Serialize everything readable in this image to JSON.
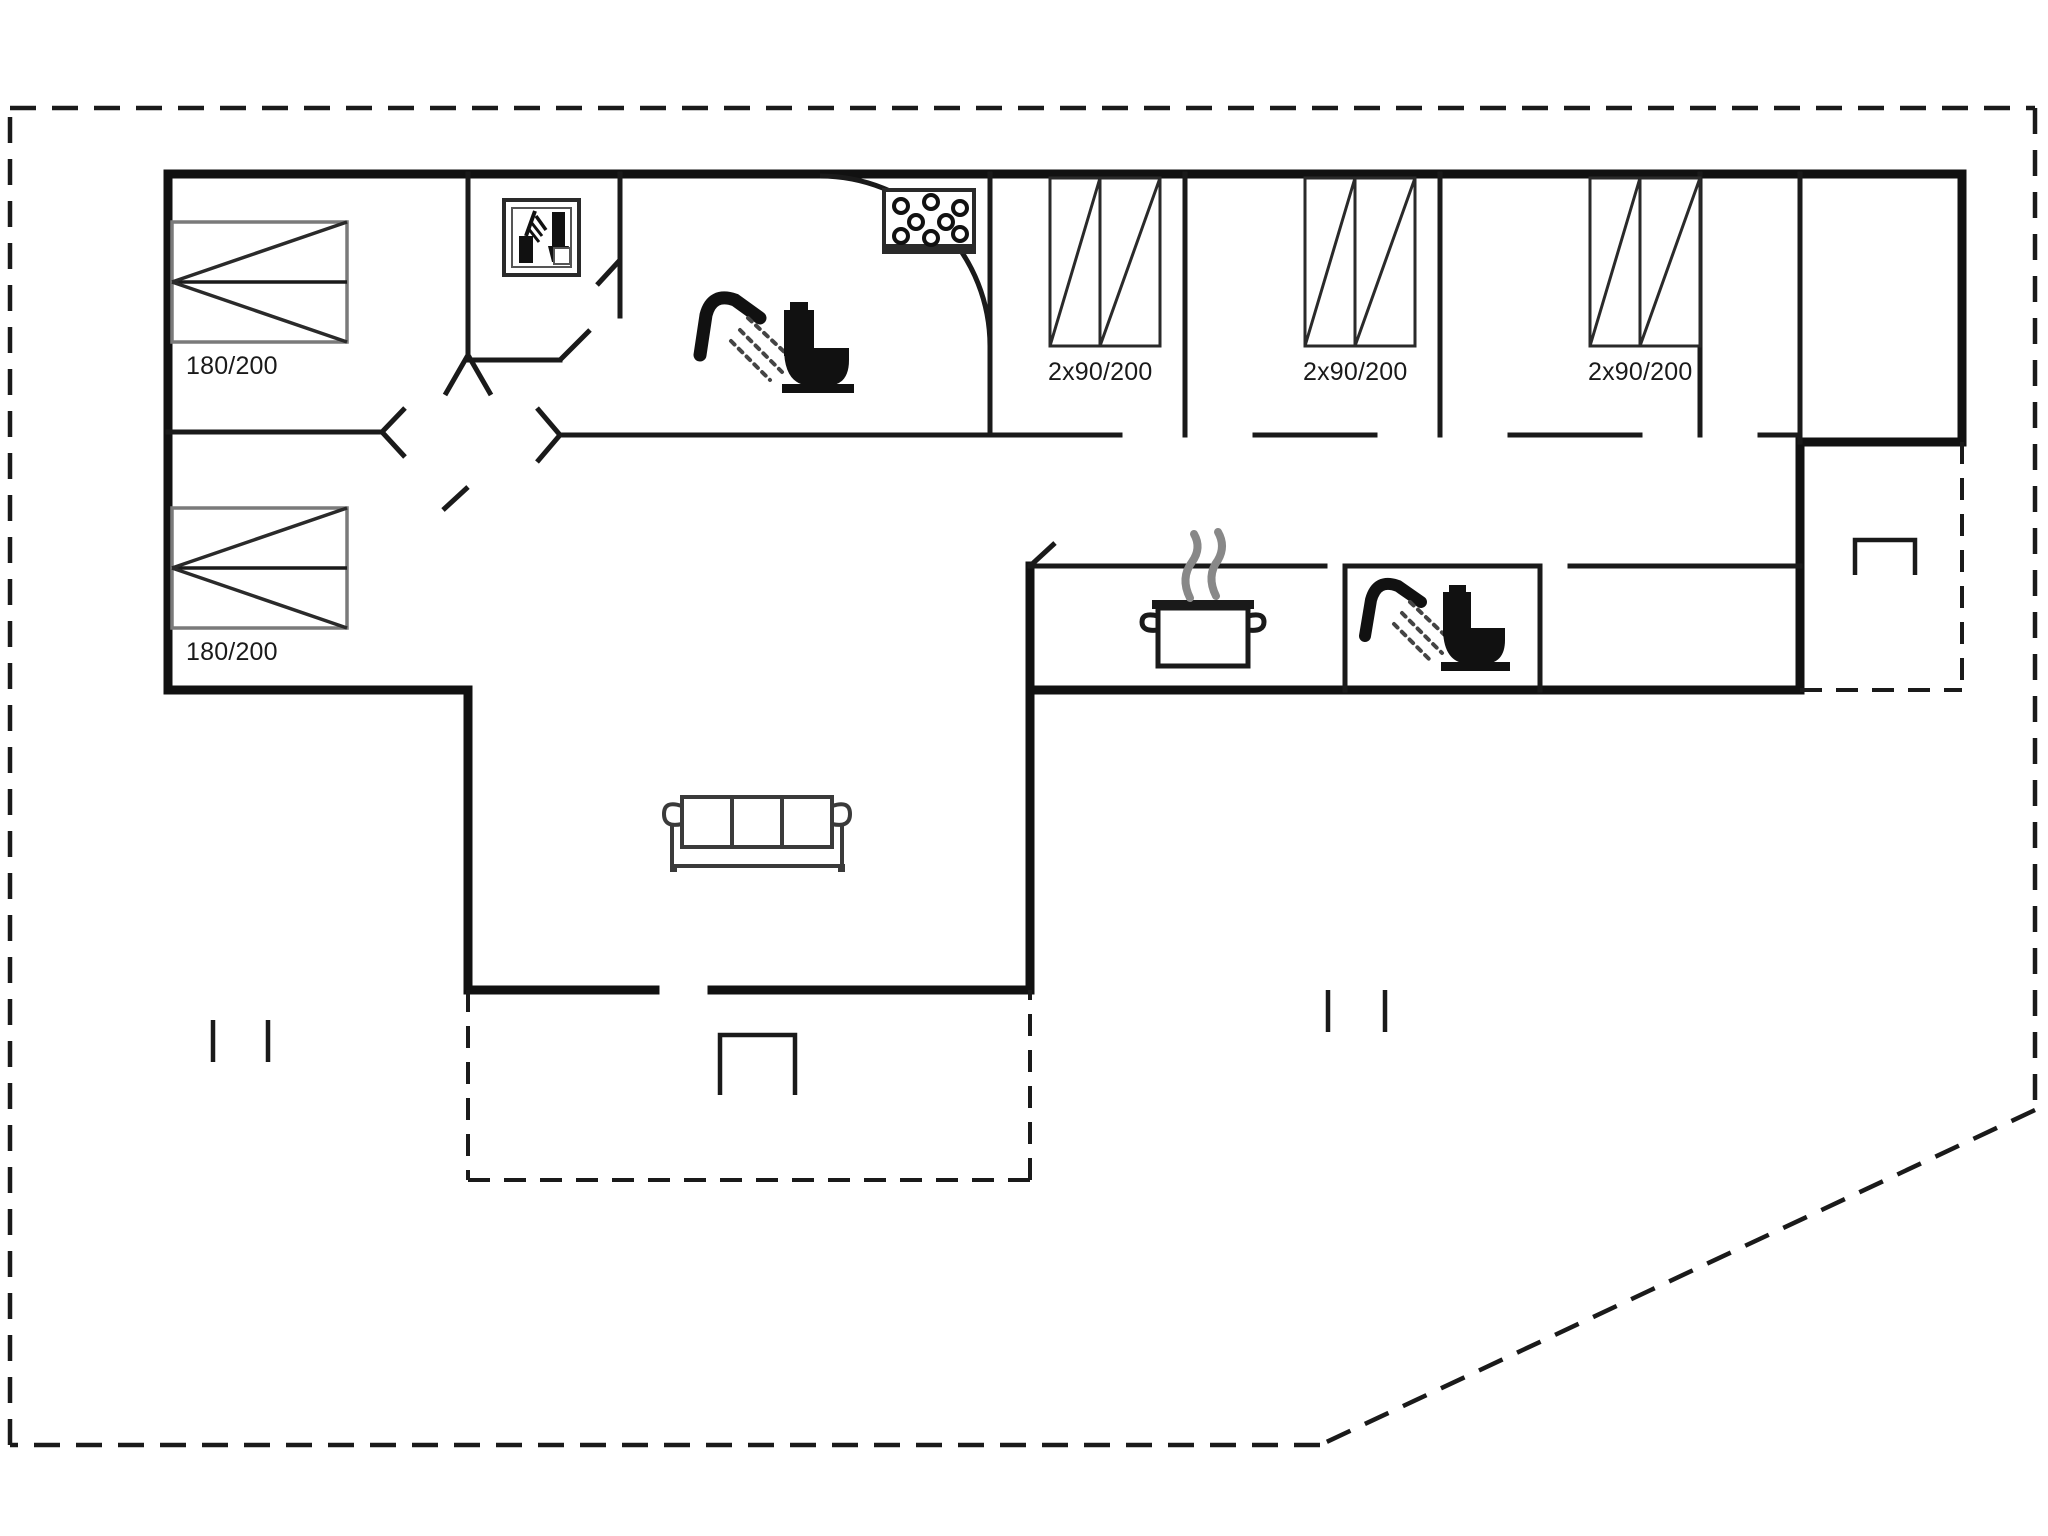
{
  "document": {
    "type": "floor-plan",
    "title": "Holiday house floor plan",
    "background_color": "#ffffff",
    "line_color": "#1a1a1a",
    "wall_color": "#111111",
    "furniture_color": "#3a3a3a"
  },
  "plot": {
    "name": "property-boundary",
    "style": "dashed",
    "description": "Dashed site boundary with angled south-east corner"
  },
  "rooms": [
    {
      "id": "bedroom-1",
      "name": "bedroom-top-left",
      "bed_label": "180/200",
      "bed_type": "double-bed"
    },
    {
      "id": "bedroom-2",
      "name": "bedroom-bottom-left",
      "bed_label": "180/200",
      "bed_type": "double-bed"
    },
    {
      "id": "bedroom-3",
      "name": "bedroom-bunk-1",
      "bed_label": "2x90/200",
      "bed_type": "bunk-bed"
    },
    {
      "id": "bedroom-4",
      "name": "bedroom-bunk-2",
      "bed_label": "2x90/200",
      "bed_type": "bunk-bed"
    },
    {
      "id": "bedroom-5",
      "name": "bedroom-bunk-3",
      "bed_label": "2x90/200",
      "bed_type": "bunk-bed"
    },
    {
      "id": "bathroom-1",
      "name": "bathroom-with-whirlpool",
      "bed_label": "",
      "bed_type": ""
    },
    {
      "id": "bathroom-2",
      "name": "bathroom-second",
      "bed_label": "",
      "bed_type": ""
    },
    {
      "id": "utility",
      "name": "utility-room",
      "bed_label": "",
      "bed_type": ""
    },
    {
      "id": "living-room",
      "name": "living-room",
      "bed_label": "",
      "bed_type": ""
    },
    {
      "id": "kitchen",
      "name": "kitchen",
      "bed_label": "",
      "bed_type": ""
    }
  ],
  "bed_labels": {
    "double_1": "180/200",
    "double_2": "180/200",
    "bunk_1": "2x90/200",
    "bunk_2": "2x90/200",
    "bunk_3": "2x90/200"
  },
  "icons": [
    {
      "id": "icon-utility",
      "name": "washing-machine-icon",
      "room": "utility"
    },
    {
      "id": "icon-shower-1",
      "name": "shower-icon",
      "room": "bathroom-1"
    },
    {
      "id": "icon-toilet-1",
      "name": "toilet-icon",
      "room": "bathroom-1"
    },
    {
      "id": "icon-whirlpool",
      "name": "whirlpool-icon",
      "room": "bathroom-1"
    },
    {
      "id": "icon-stove",
      "name": "cooking-pot-icon",
      "room": "kitchen"
    },
    {
      "id": "icon-shower-2",
      "name": "shower-icon",
      "room": "bathroom-2"
    },
    {
      "id": "icon-toilet-2",
      "name": "toilet-icon",
      "room": "bathroom-2"
    },
    {
      "id": "icon-sofa",
      "name": "sofa-icon",
      "room": "living-room"
    }
  ],
  "markers": {
    "terrace_south": "terrace-dashed-outline",
    "terrace_east": "terrace-dashed-outline",
    "step_south": "step-marker",
    "step_east": "step-marker",
    "tick_pair_left": "boundary-tick-marks",
    "tick_pair_right": "boundary-tick-marks"
  }
}
